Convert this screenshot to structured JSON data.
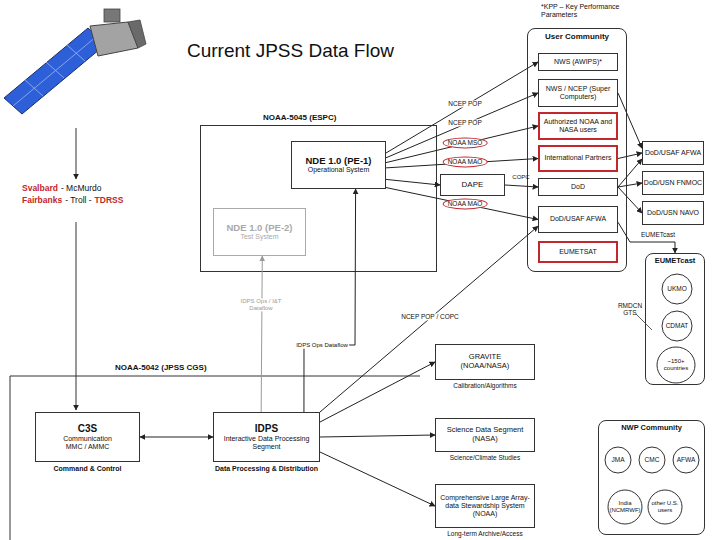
{
  "diagram": {
    "title": "Current JPSS Data Flow",
    "nodes": [
      {
        "text": [
          "NOAA-5045 (ESPC)"
        ]
      },
      {
        "text": [
          "NDE 1.0 (PE-1)",
          "Operational System"
        ],
        "in": 0
      },
      {
        "text": [
          "NDE 1.0 (PE-2)",
          "Test System"
        ],
        "in": 0
      },
      {
        "text": [
          "DAPE"
        ]
      },
      {
        "text": [
          "User Community"
        ]
      },
      {
        "text": [
          "NWS (AWIPS)*"
        ],
        "in": 4
      },
      {
        "text": [
          "NWS / NCEP (Super Computers)"
        ],
        "in": 4
      },
      {
        "text": [
          "Authorized NOAA and NASA users"
        ],
        "in": 4
      },
      {
        "text": [
          "International Partners"
        ],
        "in": 4
      },
      {
        "text": [
          "DoD"
        ],
        "in": 4
      },
      {
        "text": [
          "DoD/USAF AFWA"
        ],
        "in": 4
      },
      {
        "text": [
          "EUMETSAT"
        ],
        "in": 4
      },
      {
        "text": [
          "DoD/USAF AFWA"
        ]
      },
      {
        "text": [
          "DoD/USN FNMOC"
        ]
      },
      {
        "text": [
          "DoD/USN NAVO"
        ]
      },
      {
        "text": [
          "EUMETcast"
        ]
      },
      {
        "text": [
          "UKMO"
        ],
        "in": 15
      },
      {
        "text": [
          "CDMAT"
        ],
        "in": 15
      },
      {
        "text": [
          "~150+ countries"
        ],
        "in": 15
      },
      {
        "text": [
          "GRAVITE (NOAA/NASA)",
          "Calibration/Algorithms"
        ]
      },
      {
        "text": [
          "Science Data Segment (NASA)",
          "Science/Climate Studies"
        ]
      },
      {
        "text": [
          "Comprehensive Large Array-data Stewardship System (NOAA)",
          "Long-term Archive/Access"
        ]
      },
      {
        "text": [
          "C3S",
          "Communication",
          "MMC / AMMC",
          "Command & Control"
        ]
      },
      {
        "text": [
          "IDPS",
          "Interactive Data Processing Segment",
          "Data Processing & Distribution"
        ]
      },
      {
        "text": [
          "NWP Community"
        ]
      },
      {
        "text": [
          "JMA"
        ],
        "in": 24
      },
      {
        "text": [
          "CMC"
        ],
        "in": 24
      },
      {
        "text": [
          "AFWA"
        ],
        "in": 24
      },
      {
        "text": [
          "India (NCMRWF)"
        ],
        "in": 24
      },
      {
        "text": [
          "other U.S. users"
        ],
        "in": 24
      }
    ],
    "edges": [
      {
        "from": 1,
        "to": 5,
        "arrow": "to",
        "label": "NCEP POP"
      },
      {
        "from": 1,
        "to": 6,
        "arrow": "to",
        "label": "NCEP POP"
      },
      {
        "from": 1,
        "to": 7,
        "arrow": "to",
        "label": "NOAA MSO"
      },
      {
        "from": 1,
        "to": 8,
        "arrow": "to",
        "label": "NOAA MAO"
      },
      {
        "from": 1,
        "to": 3,
        "arrow": "to"
      },
      {
        "from": 1,
        "to": 10,
        "arrow": "to",
        "label": "NOAA MAO"
      },
      {
        "from": 3,
        "to": 9,
        "arrow": "to",
        "label": "COPC"
      },
      {
        "from": 23,
        "to": 1,
        "arrow": "to",
        "label": "IDPS Ops Dataflow"
      },
      {
        "from": 23,
        "to": 2,
        "arrow": "to",
        "label": "IDPS Ops / I&T Dataflow"
      },
      {
        "from": 23,
        "to": 10,
        "arrow": "to",
        "label": "NCEP POP / COPC"
      },
      {
        "from": 23,
        "to": 19,
        "arrow": "to"
      },
      {
        "from": 23,
        "to": 20,
        "arrow": "to"
      },
      {
        "from": 23,
        "to": 21,
        "arrow": "to"
      },
      {
        "from": 22,
        "to": 23,
        "arrow": "both"
      },
      {
        "from": 6,
        "to": 12,
        "arrow": "to"
      },
      {
        "from": 8,
        "to": 12,
        "arrow": "to"
      },
      {
        "from": 9,
        "to": 12,
        "arrow": "to"
      },
      {
        "from": 9,
        "to": 13,
        "arrow": "to"
      },
      {
        "from": 9,
        "to": 14,
        "arrow": "to"
      },
      {
        "from": 10,
        "to": 15,
        "arrow": "to",
        "label": "EUMETcast"
      }
    ],
    "labels": [
      "*KPP – Key Performance Parameters",
      "Svalbard",
      "- McMurdo",
      "Fairbanks",
      "- Troll -",
      "TDRSS",
      "NOAA-5042 (JPSS CGS)",
      "RMDCN GTS"
    ]
  }
}
